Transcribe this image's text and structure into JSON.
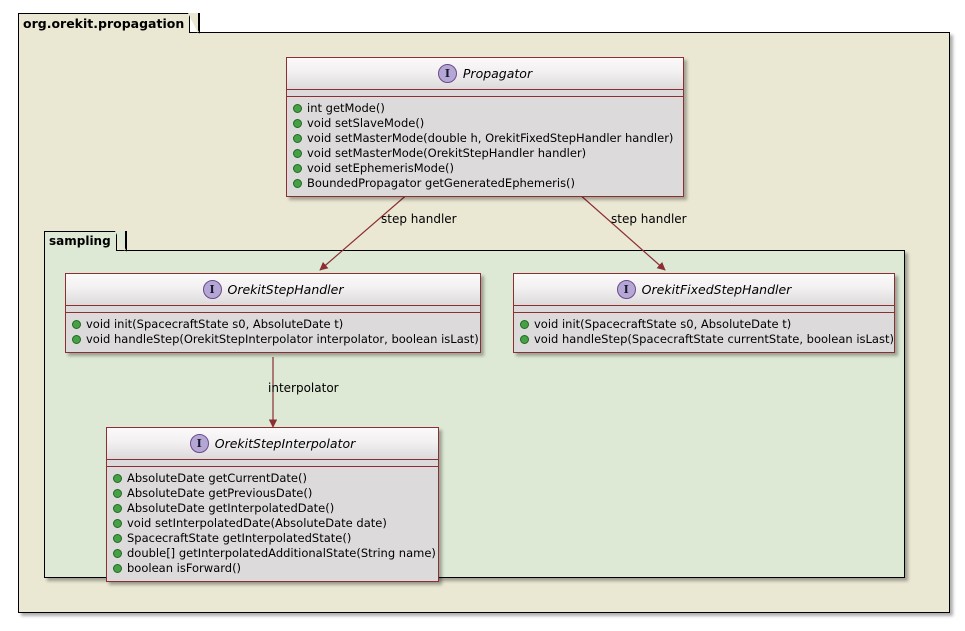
{
  "diagram": {
    "type": "uml-class-diagram",
    "colors": {
      "outer_package_bg": "#EAE8D3",
      "inner_package_bg": "#DDE8D5",
      "class_border": "#8B2F33",
      "class_body_bg": "#DCDADA",
      "interface_icon_bg": "#B4A7D6",
      "public_marker": "#46A046",
      "arrow": "#8B2F33",
      "canvas_bg": "#FFFFFF"
    }
  },
  "packages": {
    "outer": {
      "name": "org.orekit.propagation"
    },
    "inner": {
      "name": "sampling"
    }
  },
  "classes": {
    "propagator": {
      "stereotype_icon": "interface-icon",
      "stereotype_letter": "I",
      "name": "Propagator",
      "members": [
        "int getMode()",
        "void setSlaveMode()",
        "void setMasterMode(double h, OrekitFixedStepHandler handler)",
        "void setMasterMode(OrekitStepHandler handler)",
        "void setEphemerisMode()",
        "BoundedPropagator getGeneratedEphemeris()"
      ]
    },
    "orekit_step_handler": {
      "stereotype_icon": "interface-icon",
      "stereotype_letter": "I",
      "name": "OrekitStepHandler",
      "members": [
        "void init(SpacecraftState s0, AbsoluteDate t)",
        "void handleStep(OrekitStepInterpolator interpolator, boolean isLast)"
      ]
    },
    "orekit_fixed_step_handler": {
      "stereotype_icon": "interface-icon",
      "stereotype_letter": "I",
      "name": "OrekitFixedStepHandler",
      "members": [
        "void init(SpacecraftState s0, AbsoluteDate t)",
        "void handleStep(SpacecraftState currentState, boolean isLast)"
      ]
    },
    "orekit_step_interpolator": {
      "stereotype_icon": "interface-icon",
      "stereotype_letter": "I",
      "name": "OrekitStepInterpolator",
      "members": [
        "AbsoluteDate getCurrentDate()",
        "AbsoluteDate getPreviousDate()",
        "AbsoluteDate getInterpolatedDate()",
        "void setInterpolatedDate(AbsoluteDate date)",
        "SpacecraftState getInterpolatedState()",
        "double[] getInterpolatedAdditionalState(String name)",
        "boolean isForward()"
      ]
    }
  },
  "edges": [
    {
      "id": "propagator-to-step-handler",
      "label": "step handler"
    },
    {
      "id": "propagator-to-fixed-step-handler",
      "label": "step handler"
    },
    {
      "id": "step-handler-to-interpolator",
      "label": "interpolator"
    }
  ]
}
